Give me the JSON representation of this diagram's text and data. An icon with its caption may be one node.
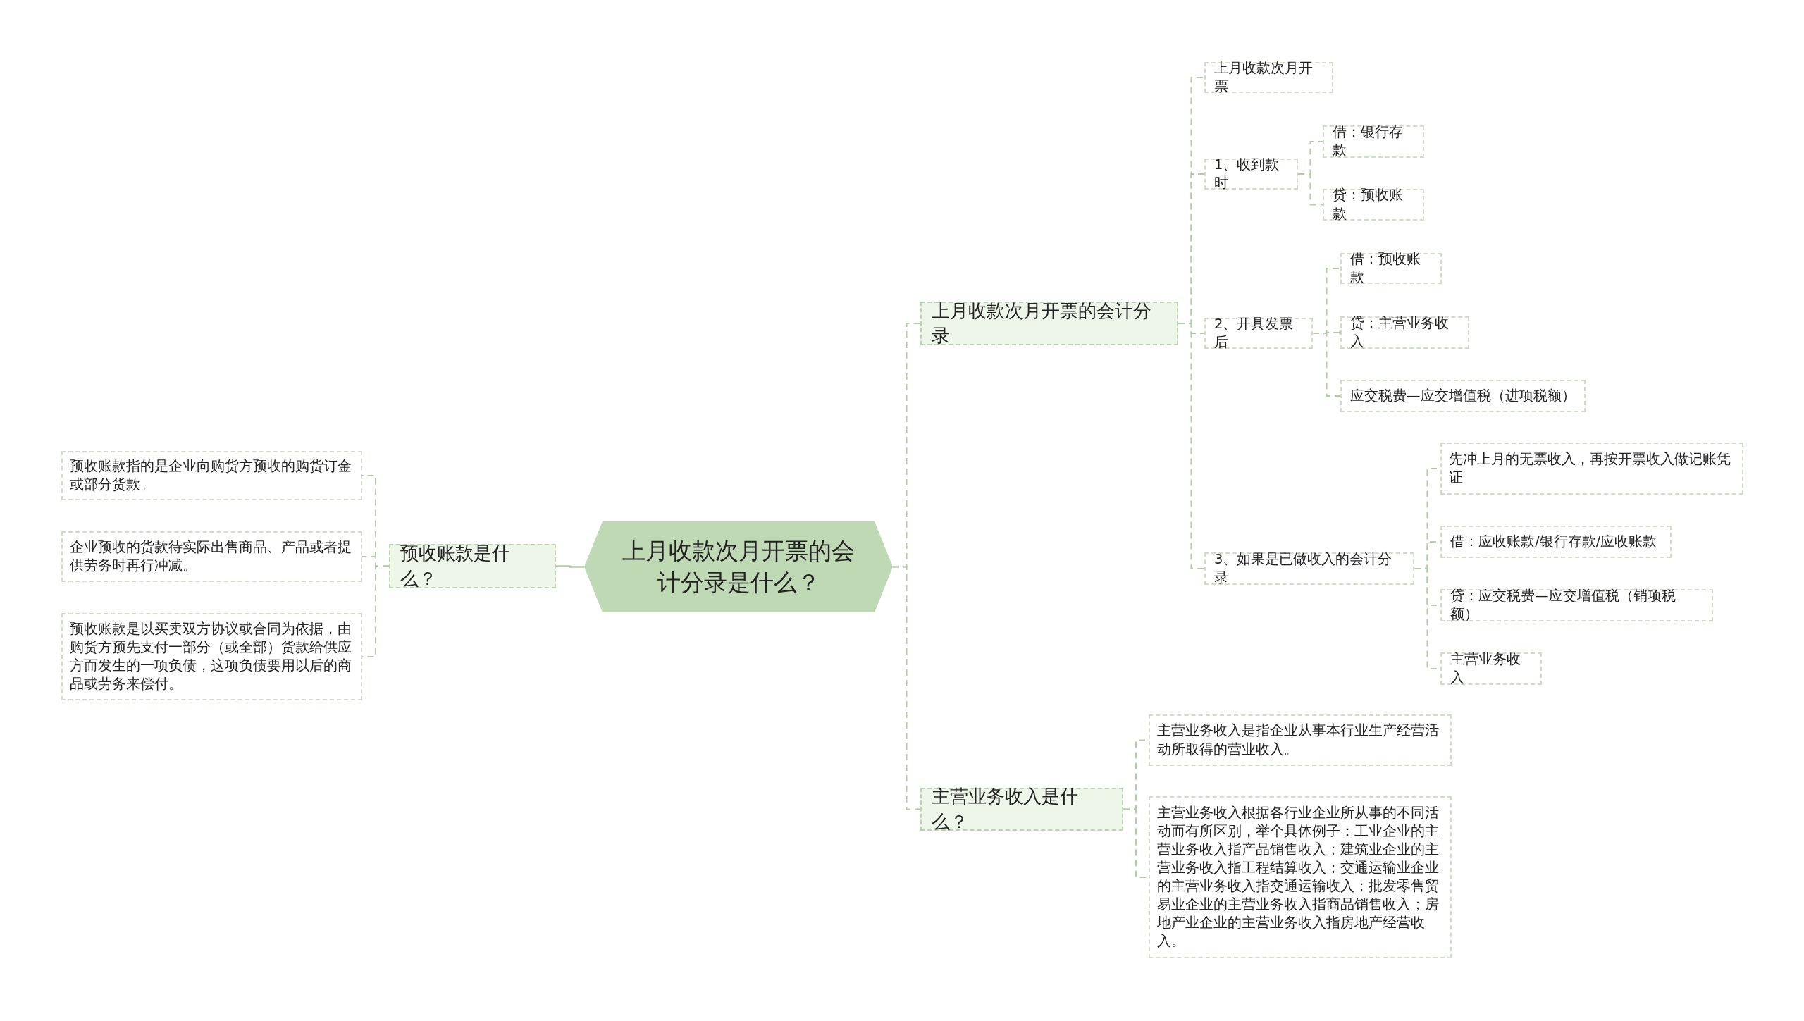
{
  "diagram": {
    "nodes": [
      {
        "text": [
          "上月收款次月开票的会计分录是什么？"
        ]
      },
      {
        "text": [
          "预收账款是什么？"
        ]
      },
      {
        "text": [
          "预收账款指的是企业向购货方预收的购货订金或部分货款。"
        ]
      },
      {
        "text": [
          "企业预收的货款待实际出售商品、产品或者提供劳务时再行冲减。"
        ]
      },
      {
        "text": [
          "预收账款是以买卖双方协议或合同为依据，由购货方预先支付一部分（或全部）货款给供应方而发生的一项负债，这项负债要用以后的商品或劳务来偿付。"
        ]
      },
      {
        "text": [
          "上月收款次月开票的会计分录"
        ]
      },
      {
        "text": [
          "上月收款次月开票"
        ]
      },
      {
        "text": [
          "1、收到款时"
        ]
      },
      {
        "text": [
          "借：银行存款"
        ]
      },
      {
        "text": [
          "贷：预收账款"
        ]
      },
      {
        "text": [
          "2、开具发票后"
        ]
      },
      {
        "text": [
          "借：预收账款"
        ]
      },
      {
        "text": [
          "贷：主营业务收入"
        ]
      },
      {
        "text": [
          "应交税费—应交增值税（进项税额）"
        ]
      },
      {
        "text": [
          "3、如果是已做收入的会计分录"
        ]
      },
      {
        "text": [
          "先冲上月的无票收入，再按开票收入做记账凭证"
        ]
      },
      {
        "text": [
          "借：应收账款/银行存款/应收账款"
        ]
      },
      {
        "text": [
          "贷：应交税费—应交增值税（销项税额）"
        ]
      },
      {
        "text": [
          "主营业务收入"
        ]
      },
      {
        "text": [
          "主营业务收入是什么？"
        ]
      },
      {
        "text": [
          "主营业务收入是指企业从事本行业生产经营活动所取得的营业收入。"
        ]
      },
      {
        "text": [
          "主营业务收入根据各行业企业所从事的不同活动而有所区别，举个具体例子：工业企业的主营业务收入指产品销售收入；建筑业企业的主营业务收入指工程结算收入；交通运输业企业的主营业务收入指交通运输收入；批发零售贸易业企业的主营业务收入指商品销售收入；房地产业企业的主营业务收入指房地产经营收入。"
        ]
      }
    ],
    "edges": [
      {
        "from": 0,
        "to": 1,
        "arrow": "none"
      },
      {
        "from": 1,
        "to": 2,
        "arrow": "none",
        "style": "dashed"
      },
      {
        "from": 1,
        "to": 3,
        "arrow": "none",
        "style": "dashed"
      },
      {
        "from": 1,
        "to": 4,
        "arrow": "none",
        "style": "dashed"
      },
      {
        "from": 0,
        "to": 5,
        "arrow": "none",
        "style": "dashed"
      },
      {
        "from": 5,
        "to": 6,
        "arrow": "none",
        "style": "dashed"
      },
      {
        "from": 5,
        "to": 7,
        "arrow": "none",
        "style": "dashed"
      },
      {
        "from": 7,
        "to": 8,
        "arrow": "none",
        "style": "dashed"
      },
      {
        "from": 7,
        "to": 9,
        "arrow": "none",
        "style": "dashed"
      },
      {
        "from": 5,
        "to": 10,
        "arrow": "none",
        "style": "dashed"
      },
      {
        "from": 10,
        "to": 11,
        "arrow": "none",
        "style": "dashed"
      },
      {
        "from": 10,
        "to": 12,
        "arrow": "none",
        "style": "dashed"
      },
      {
        "from": 10,
        "to": 13,
        "arrow": "none",
        "style": "dashed"
      },
      {
        "from": 5,
        "to": 14,
        "arrow": "none",
        "style": "dashed"
      },
      {
        "from": 14,
        "to": 15,
        "arrow": "none",
        "style": "dashed"
      },
      {
        "from": 14,
        "to": 16,
        "arrow": "none",
        "style": "dashed"
      },
      {
        "from": 14,
        "to": 17,
        "arrow": "none",
        "style": "dashed"
      },
      {
        "from": 14,
        "to": 18,
        "arrow": "none",
        "style": "dashed"
      },
      {
        "from": 0,
        "to": 19,
        "arrow": "none",
        "style": "dashed"
      },
      {
        "from": 19,
        "to": 20,
        "arrow": "none",
        "style": "dashed"
      },
      {
        "from": 19,
        "to": 21,
        "arrow": "none",
        "style": "dashed"
      }
    ]
  }
}
